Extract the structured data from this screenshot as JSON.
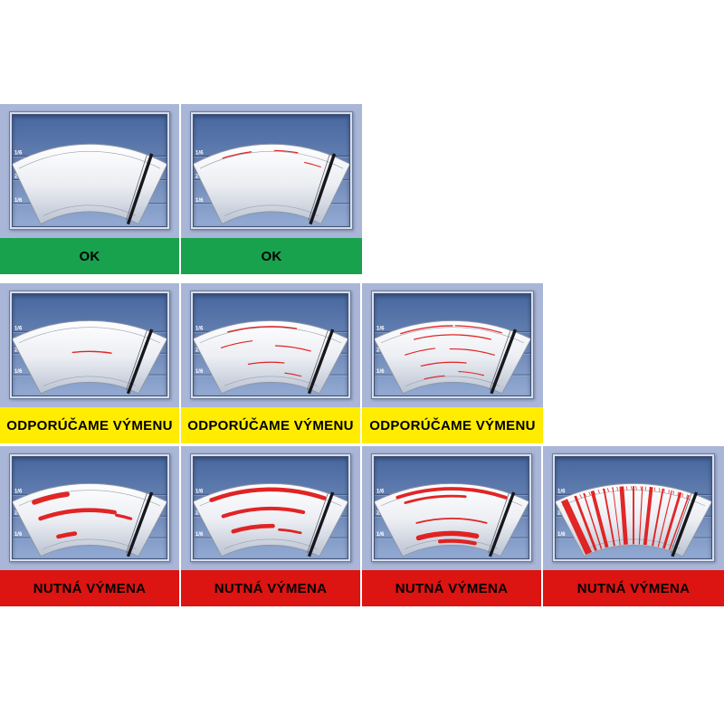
{
  "scale_labels": [
    "1/6",
    "2/3",
    "1/6"
  ],
  "status_styles": {
    "ok": {
      "label": "OK",
      "bg": "#18a24e",
      "fg": "#000000"
    },
    "recommend": {
      "label": "ODPORÚČAME VÝMENU",
      "bg": "#ffec00",
      "fg": "#000000"
    },
    "replace": {
      "label": "NUTNÁ VÝMENA",
      "bg": "#dc1412",
      "fg": "#000000"
    }
  },
  "rows": [
    {
      "status": "ok",
      "cells": [
        {
          "wear": 0
        },
        {
          "wear": 1
        }
      ]
    },
    {
      "status": "recommend",
      "cells": [
        {
          "wear": 2
        },
        {
          "wear": 3
        },
        {
          "wear": 4
        }
      ]
    },
    {
      "status": "replace",
      "cells": [
        {
          "wear": 5
        },
        {
          "wear": 6
        },
        {
          "wear": 7
        },
        {
          "wear": 8
        }
      ]
    }
  ],
  "colors": {
    "panel_bg": "#a9b6d8",
    "screen_top": "#47679f",
    "screen_bottom": "#93abd3",
    "streak_red": "#e01212",
    "blade": "#17171c"
  }
}
